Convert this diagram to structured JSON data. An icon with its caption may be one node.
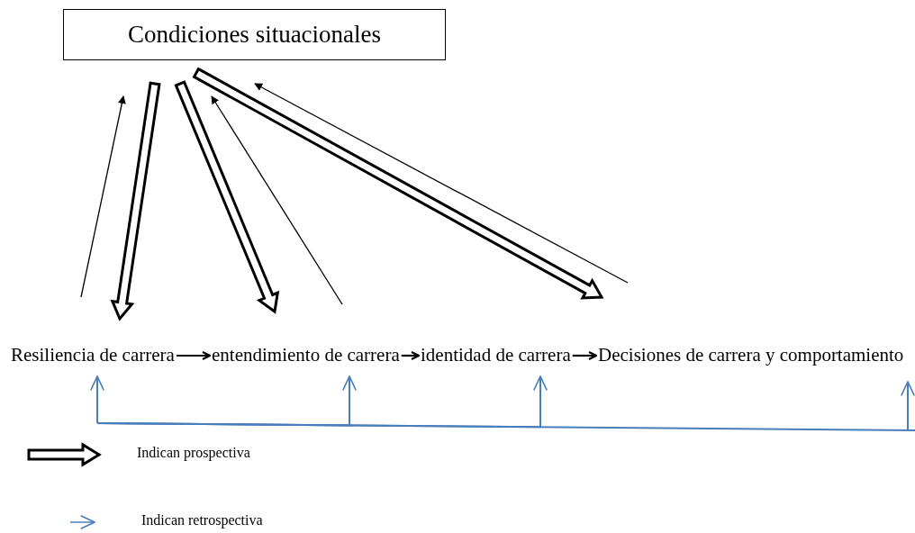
{
  "diagram": {
    "nodes": [
      {
        "text": [
          "Condiciones situacionales"
        ]
      },
      {
        "text": [
          "Resiliencia de carrera"
        ]
      },
      {
        "text": [
          "entendimiento de carrera"
        ]
      },
      {
        "text": [
          "identidad de carrera"
        ]
      },
      {
        "text": [
          "Decisiones de carrera y comportamiento"
        ]
      }
    ],
    "edges": [
      {
        "from": 0,
        "to": 1,
        "arrow": "to",
        "style": "thick"
      },
      {
        "from": 1,
        "to": 0,
        "arrow": "to"
      },
      {
        "from": 0,
        "to": 2,
        "arrow": "to",
        "style": "thick"
      },
      {
        "from": 2,
        "to": 0,
        "arrow": "to"
      },
      {
        "from": 0,
        "to": 4,
        "arrow": "to",
        "style": "thick"
      },
      {
        "from": 4,
        "to": 0,
        "arrow": "to"
      },
      {
        "from": 1,
        "to": 2,
        "arrow": "to"
      },
      {
        "from": 2,
        "to": 3,
        "arrow": "to"
      },
      {
        "from": 3,
        "to": 4,
        "arrow": "to"
      },
      {
        "from": null,
        "to": 1,
        "arrow": "to",
        "color": "#4a7ebb"
      },
      {
        "from": null,
        "to": 2,
        "arrow": "to",
        "color": "#4a7ebb"
      },
      {
        "from": null,
        "to": 3,
        "arrow": "to",
        "color": "#4a7ebb"
      },
      {
        "from": null,
        "to": 4,
        "arrow": "to",
        "color": "#4a7ebb"
      }
    ],
    "legend": [
      {
        "text": "Indican prospectiva"
      },
      {
        "text": "Indican retrospectiva"
      }
    ]
  }
}
